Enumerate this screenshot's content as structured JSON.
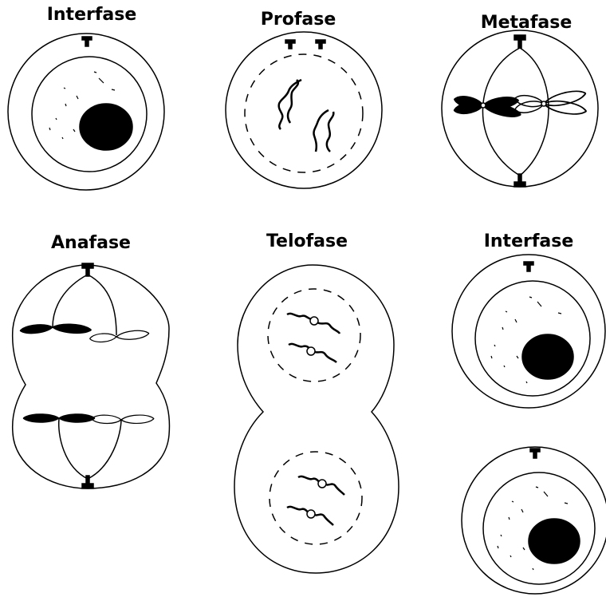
{
  "phases": [
    {
      "id": "interfase-1",
      "label": "Interfase"
    },
    {
      "id": "profase",
      "label": "Profase"
    },
    {
      "id": "metafase",
      "label": "Metafase"
    },
    {
      "id": "anafase",
      "label": "Anafase"
    },
    {
      "id": "telofase",
      "label": "Telofase"
    },
    {
      "id": "interfase-2",
      "label": "Interfase"
    }
  ],
  "colors": {
    "stroke": "#000000",
    "fill": "#000000",
    "background": "#ffffff"
  }
}
